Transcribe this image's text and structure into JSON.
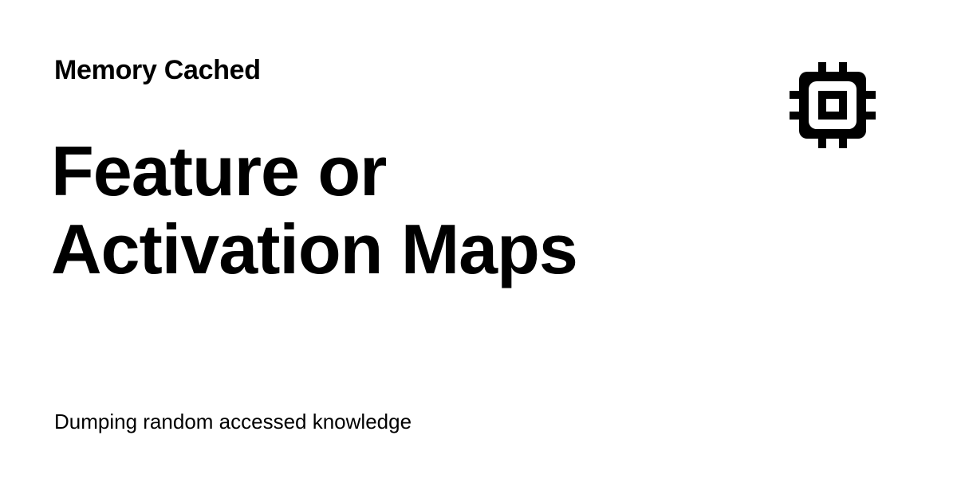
{
  "site": {
    "name": "Memory Cached"
  },
  "post": {
    "title_lines": [
      "Feature or",
      "Activation Maps"
    ]
  },
  "footer": {
    "tagline": "Dumping random accessed knowledge"
  },
  "icon": {
    "name": "chip-icon",
    "color": "#000000"
  },
  "colors": {
    "background": "#ffffff",
    "text": "#000000"
  }
}
